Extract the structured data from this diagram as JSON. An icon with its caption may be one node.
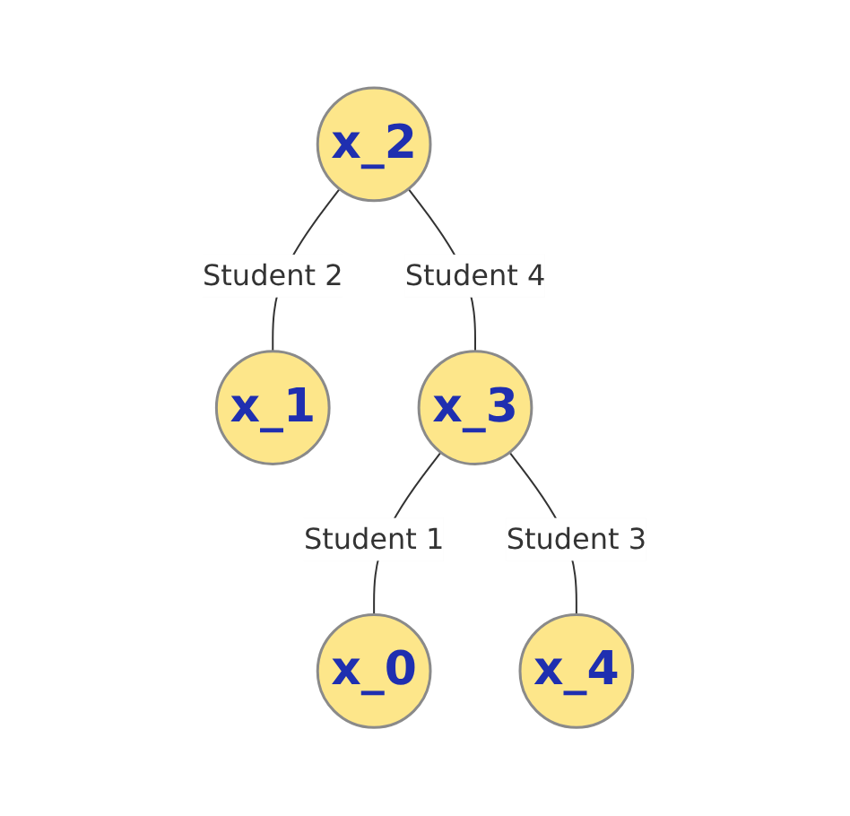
{
  "diagram": {
    "nodes": [
      {
        "text": [
          "x_2"
        ]
      },
      {
        "text": [
          "x_1"
        ]
      },
      {
        "text": [
          "x_3"
        ]
      },
      {
        "text": [
          "x_0"
        ]
      },
      {
        "text": [
          "x_4"
        ]
      }
    ],
    "edges": [
      {
        "from": 0,
        "to": 1,
        "arrow": "none",
        "label": "Student 2"
      },
      {
        "from": 0,
        "to": 2,
        "arrow": "none",
        "label": "Student 4"
      },
      {
        "from": 2,
        "to": 3,
        "arrow": "none",
        "label": "Student 1"
      },
      {
        "from": 2,
        "to": 4,
        "arrow": "none",
        "label": "Student 3"
      }
    ]
  }
}
